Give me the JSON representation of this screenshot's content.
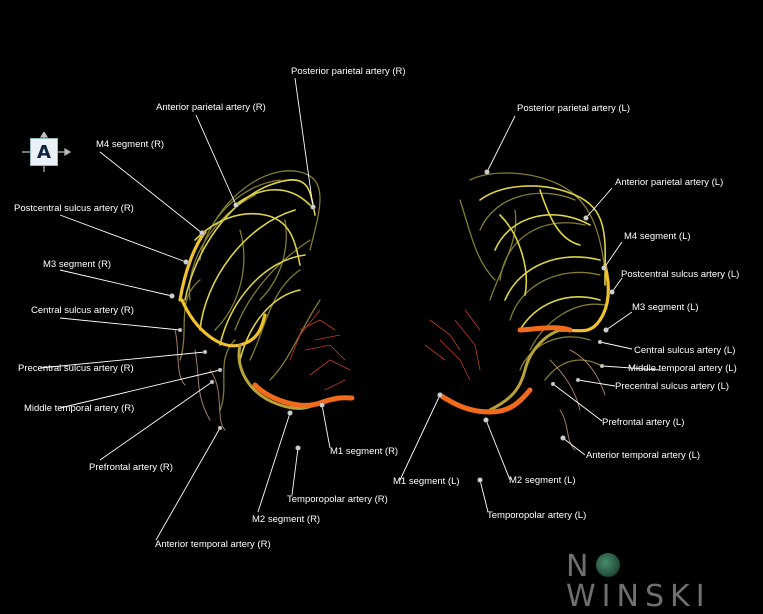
{
  "labels": {
    "post_parietal_r": "Posterior parietal artery (R)",
    "ant_parietal_r": "Anterior parietal artery (R)",
    "m4_r": "M4 segment (R)",
    "postcentral_r": "Postcentral sulcus artery (R)",
    "m3_r": "M3 segment (R)",
    "central_r": "Central sulcus artery (R)",
    "precentral_r": "Precentral sulcus artery (R)",
    "mid_temporal_r": "Middle temporal artery (R)",
    "prefrontal_r": "Prefrontal artery (R)",
    "m1_r": "M1 segment (R)",
    "temporopolar_r": "Temporopolar artery (R)",
    "m2_r": "M2 segment (R)",
    "ant_temporal_r": "Anterior temporal artery (R)",
    "post_parietal_l": "Posterior parietal artery (L)",
    "ant_parietal_l": "Anterior parietal artery (L)",
    "m4_l": "M4 segment (L)",
    "postcentral_l": "Postcentral sulcus artery (L)",
    "m3_l": "M3 segment (L)",
    "central_l": "Central sulcus artery (L)",
    "mid_temporal_l": "Middle temporal artery (L)",
    "precentral_l": "Precentral sulcus artery (L)",
    "prefrontal_l": "Prefrontal artery (L)",
    "ant_temporal_l": "Anterior temporal artery (L)",
    "m1_l": "M1 segment (L)",
    "m2_l": "M2 segment (L)",
    "temporopolar_l": "Temporopolar artery (L)"
  },
  "orientation": {
    "letter": "A"
  },
  "brand": {
    "left": "N",
    "middle": "W",
    "right": "NSKI"
  },
  "colors": {
    "background": "#000000",
    "label_text": "#ffffff",
    "leader_line": "#ffffff",
    "artery_yellow": "#e6d84a",
    "artery_olive": "#9a9a3a",
    "artery_orange": "#f26a1b",
    "artery_red": "#c23a2a",
    "brand_gray": "#6f6f6f"
  }
}
